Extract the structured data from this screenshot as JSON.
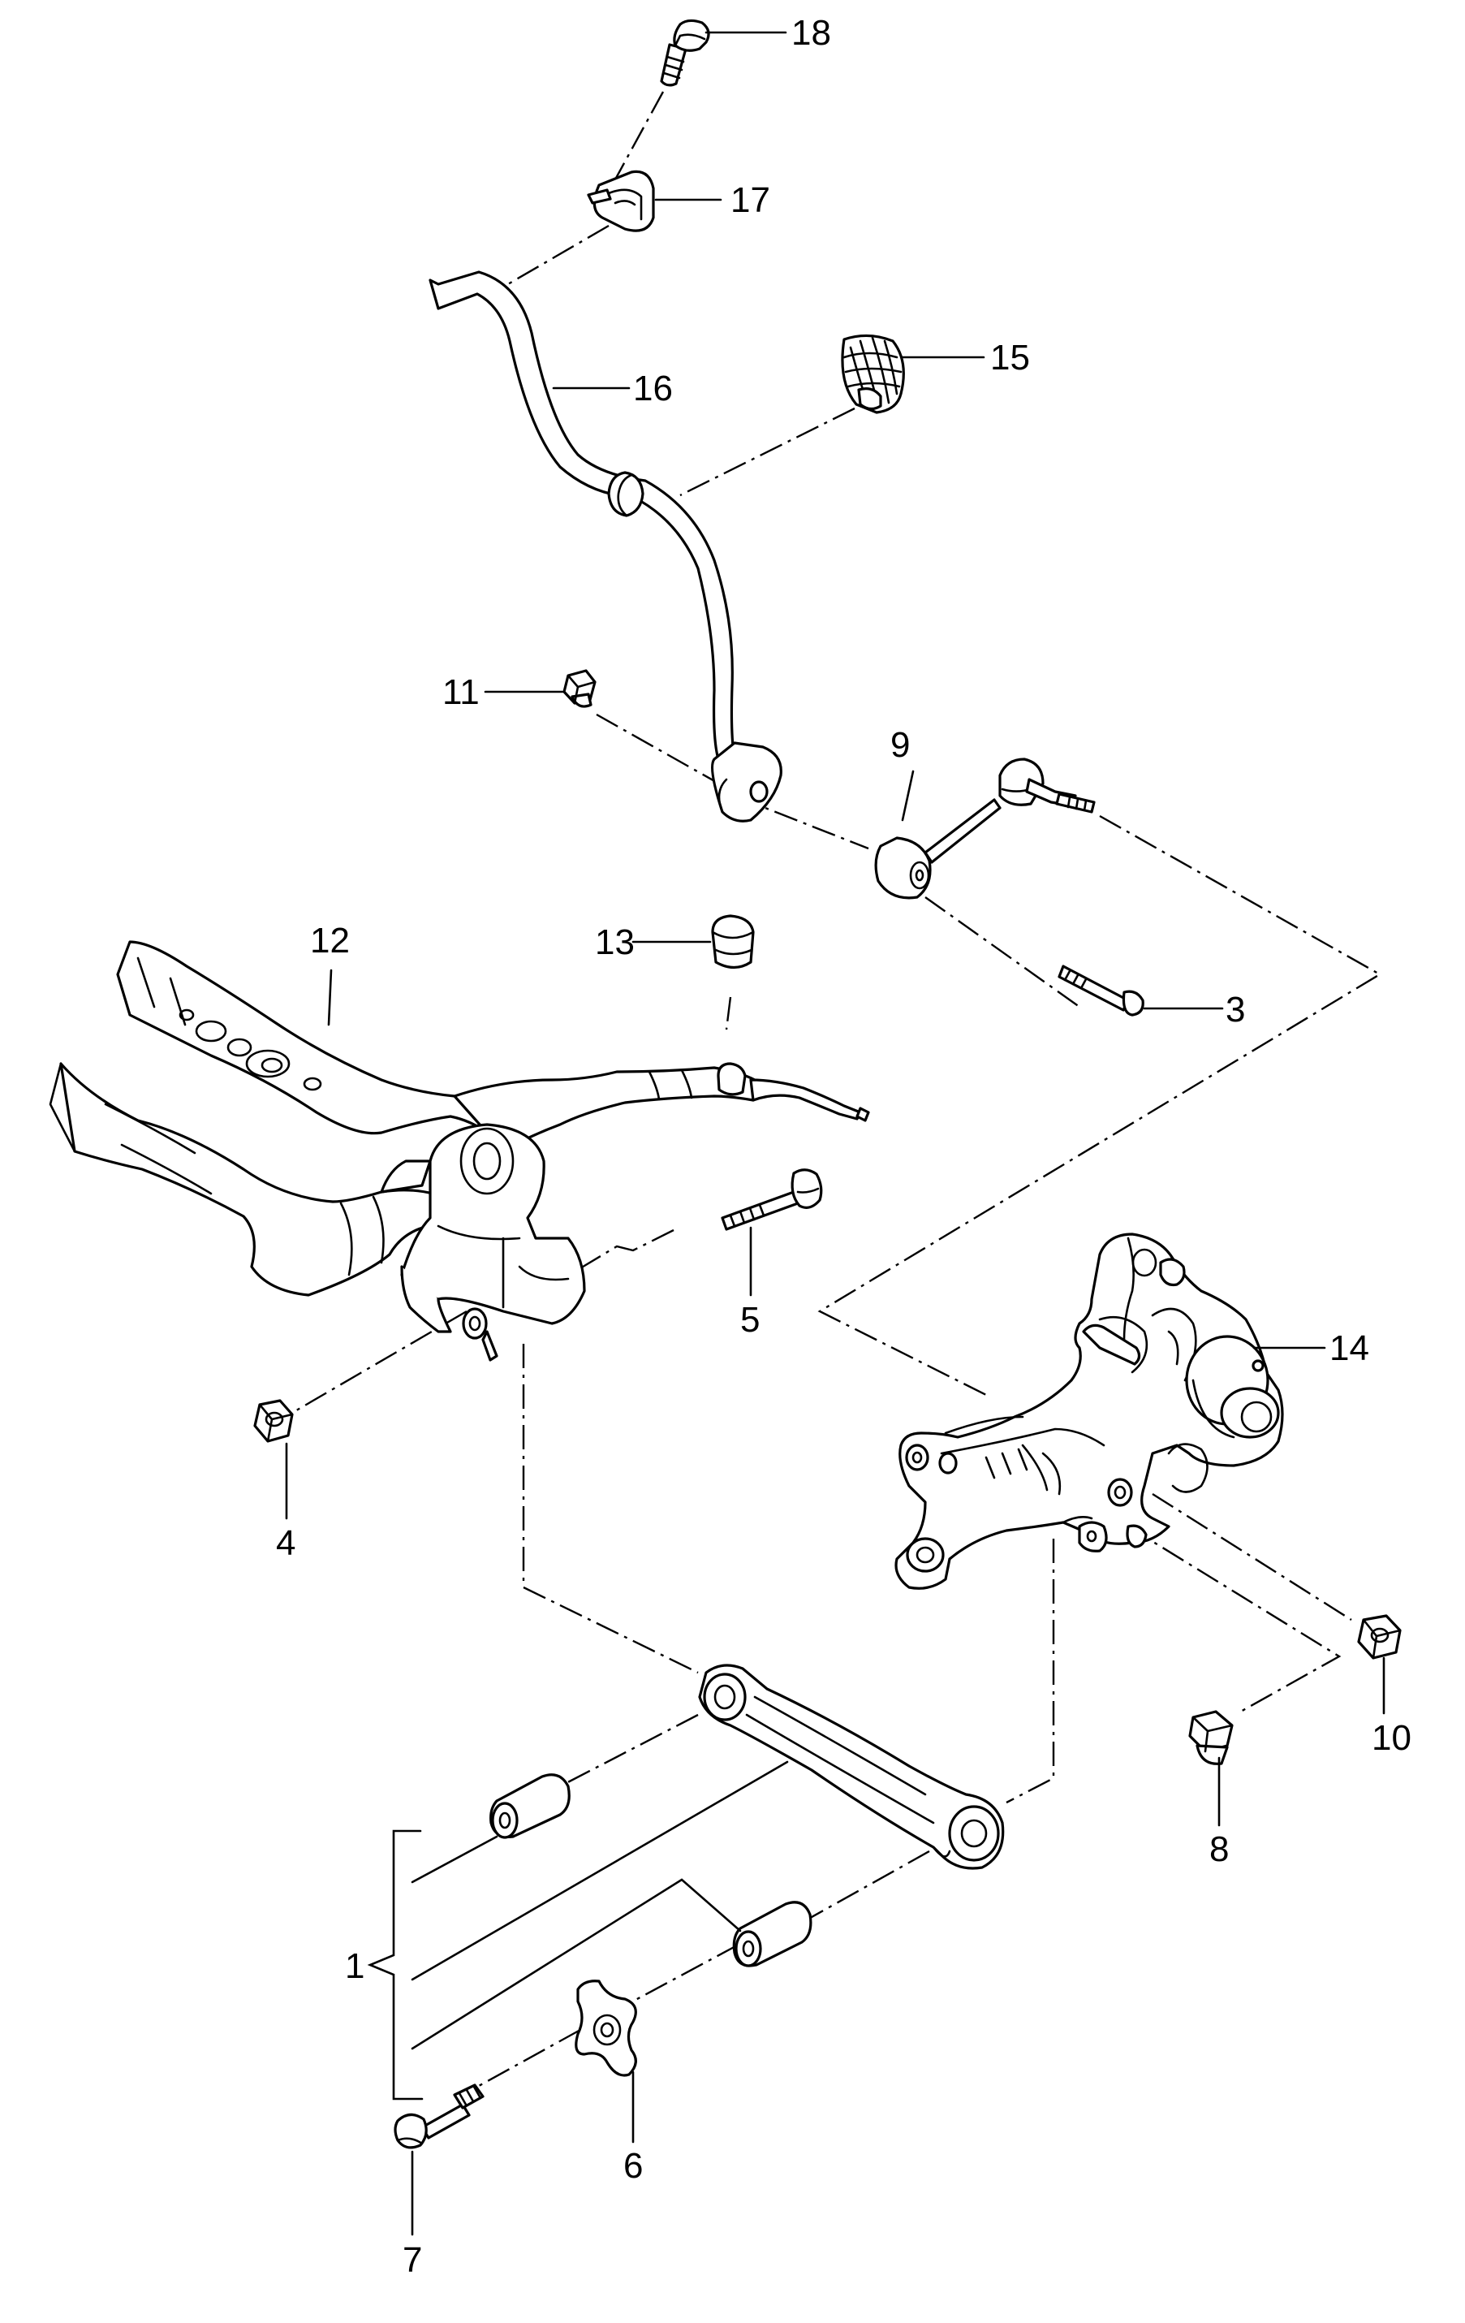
{
  "diagram": {
    "type": "exploded-parts",
    "ink_color": "#000000",
    "background_color": "#ffffff",
    "callouts": [
      {
        "id": "c18",
        "label": "18",
        "part": "hex-head-bolt"
      },
      {
        "id": "c17",
        "label": "17",
        "part": "clamp"
      },
      {
        "id": "c16",
        "label": "16",
        "part": "anti-roll-bar"
      },
      {
        "id": "c15",
        "label": "15",
        "part": "bonded-rubber-bush"
      },
      {
        "id": "c11",
        "label": "11",
        "part": "collar-nut"
      },
      {
        "id": "c9",
        "label": "9",
        "part": "coupling-rod"
      },
      {
        "id": "c13",
        "label": "13",
        "part": "bump-stop"
      },
      {
        "id": "c12",
        "label": "12",
        "part": "subframe"
      },
      {
        "id": "c3",
        "label": "3",
        "part": "bolt"
      },
      {
        "id": "c5",
        "label": "5",
        "part": "bolt"
      },
      {
        "id": "c14",
        "label": "14",
        "part": "wheel-bearing-housing"
      },
      {
        "id": "c4",
        "label": "4",
        "part": "nut"
      },
      {
        "id": "c10",
        "label": "10",
        "part": "nut"
      },
      {
        "id": "c8",
        "label": "8",
        "part": "nut"
      },
      {
        "id": "c1",
        "label": "1",
        "part": "transverse-link-set"
      },
      {
        "id": "c6",
        "label": "6",
        "part": "eccentric-washer"
      },
      {
        "id": "c7",
        "label": "7",
        "part": "bolt"
      }
    ]
  }
}
